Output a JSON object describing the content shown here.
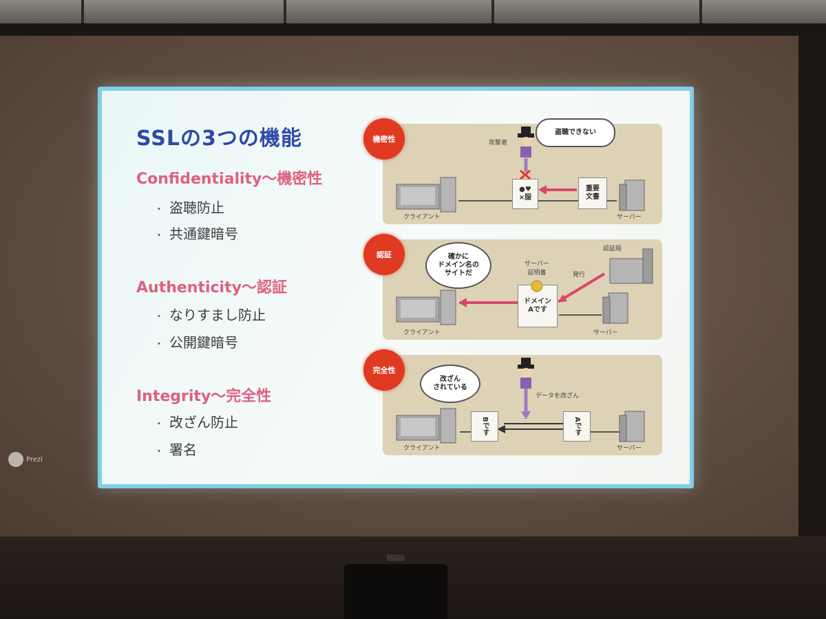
{
  "slide": {
    "title": "SSLの3つの機能",
    "features": [
      {
        "heading": "Confidentiality～機密性",
        "items": [
          "盗聴防止",
          "共通鍵暗号"
        ],
        "badge": "機密性",
        "diagram": {
          "attacker_label": "攻撃者",
          "bubble": "盗聴できない",
          "client_label": "クライアント",
          "server_label": "サーバー",
          "encrypted_doc": "●♥\n×服",
          "original_doc": "重要\n文書"
        }
      },
      {
        "heading": "Authenticity～認証",
        "items": [
          "なりすまし防止",
          "公開鍵暗号"
        ],
        "badge": "認証",
        "diagram": {
          "bubble": "確かに\nドメイン名の\nサイトだ",
          "cert_label": "サーバー\n証明書",
          "issuer_label": "認証局",
          "issue_label": "発行",
          "cert_doc": "ドメイン\nAです",
          "client_label": "クライアント",
          "server_label": "サーバー"
        }
      },
      {
        "heading": "Integrity～完全性",
        "items": [
          "改ざん防止",
          "署名"
        ],
        "badge": "完全性",
        "diagram": {
          "bubble": "改ざん\nされている",
          "tamper_label": "データを改ざん",
          "client_doc": "Bです",
          "server_doc": "Aです",
          "client_label": "クライアント",
          "server_label": "サーバー"
        }
      }
    ]
  },
  "logo": {
    "text": "Prezi"
  },
  "colors": {
    "title": "#2e4aa5",
    "heading": "#e06080",
    "badge": "#e03a22",
    "arrow": "#d8486a",
    "panel": "#ddd2b6",
    "frame": "#7fd0e6"
  }
}
